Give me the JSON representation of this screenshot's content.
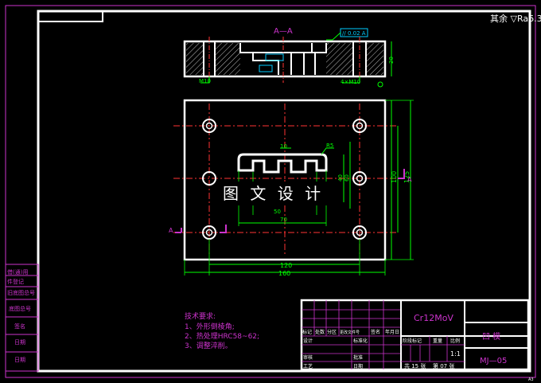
{
  "colors": {
    "background": "#000000",
    "outline": "#ffffff",
    "dimension": "#00ff00",
    "centerline": "#ff3333",
    "title_grid": "#cc33cc",
    "annotation": "#cc33cc",
    "hatch": "#c8c8c8",
    "tolerance": "#00ccff"
  },
  "surface_note": "其余 ▽Ra6.3",
  "section_label": "A—A",
  "tolerance_frame": "// 0.02 A",
  "section_dims": [
    "M10",
    "4×M10",
    "20"
  ],
  "plan_view": {
    "dims_horizontal": [
      "50",
      "70",
      "120",
      "160"
    ],
    "dims_vertical": [
      "40",
      "60",
      "100",
      "125"
    ],
    "dim_small": [
      "R5",
      "10"
    ],
    "section_marker": "A"
  },
  "watermark": "图 文 设 计",
  "technical_requirements": {
    "title": "技术要求:",
    "items": [
      "1、外形倒棱角;",
      "2、热处理HRC58~62;",
      "3、调整淬削。"
    ]
  },
  "side_labels": [
    "借(通)用",
    "件登记",
    "旧底图总号",
    "底图总号",
    "签名",
    "日期",
    "日期"
  ],
  "title_block": {
    "material": "Cr12MoV",
    "part_name": "凹 模",
    "drawing_no": "MJ—05",
    "header_cells": [
      "标记",
      "处数",
      "分区",
      "更改文件号",
      "签名",
      "年月日"
    ],
    "left_rows": [
      "设计",
      "审核",
      "工艺"
    ],
    "mid_rows": [
      "标准化",
      "批准",
      "日期"
    ],
    "right_header": [
      "阶段标记",
      "重量",
      "比例"
    ],
    "scale": "1:1",
    "sheet_info": [
      "共 15 张",
      "第 07 张"
    ]
  },
  "corner_label": "A3"
}
